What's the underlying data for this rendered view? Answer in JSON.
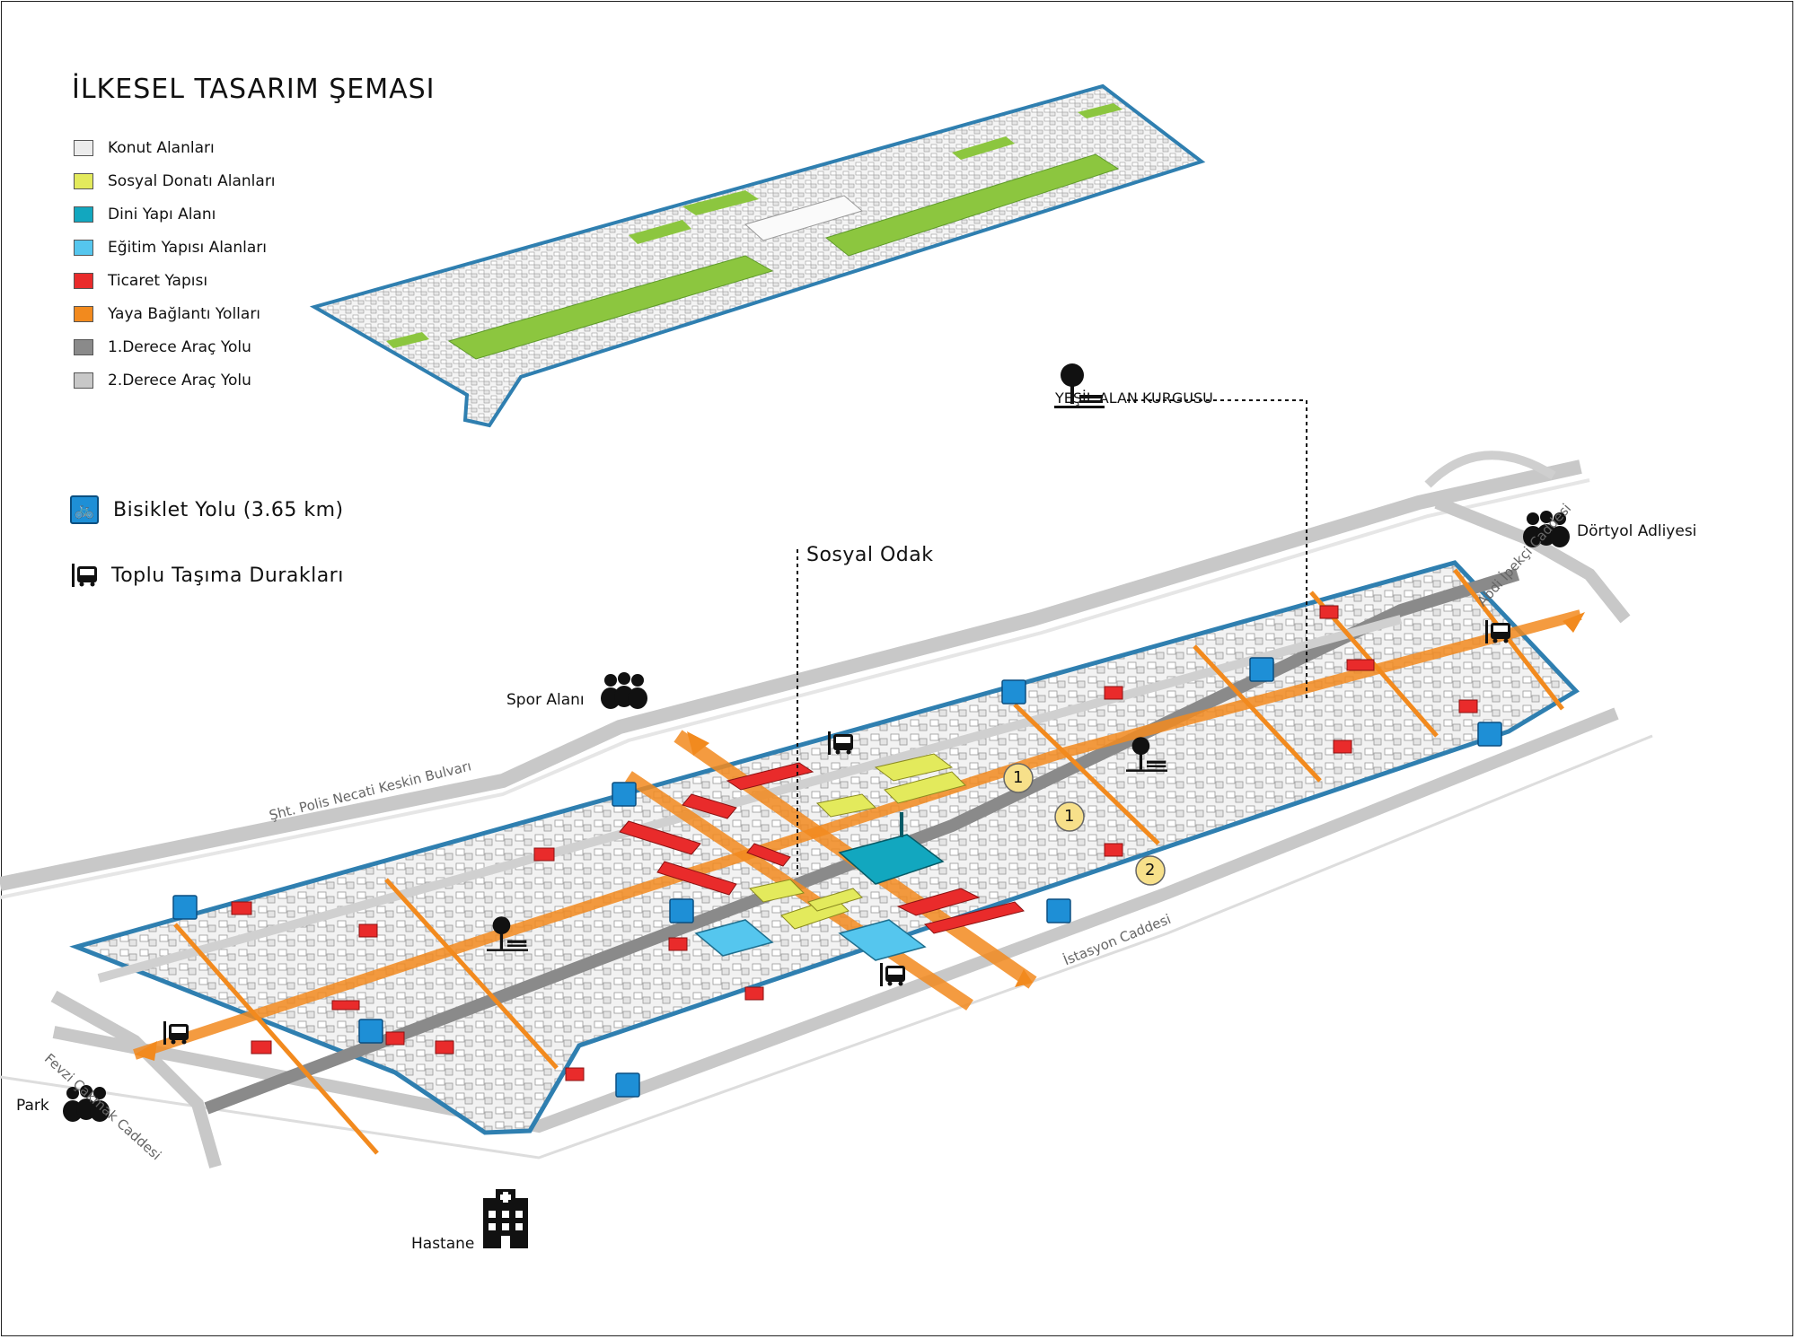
{
  "title": "İLKESEL TASARIM  ŞEMASI",
  "legend": [
    {
      "label": "Konut Alanları",
      "color": "#ececec"
    },
    {
      "label": "Sosyal Donatı Alanları",
      "color": "#e3ea5c"
    },
    {
      "label": "Dini Yapı Alanı",
      "color": "#12a7bf"
    },
    {
      "label": "Eğitim Yapısı Alanları",
      "color": "#55c6ee"
    },
    {
      "label": "Ticaret Yapısı",
      "color": "#e92b2b"
    },
    {
      "label": "Yaya Bağlantı Yolları",
      "color": "#f28a1e"
    },
    {
      "label": "1.Derece Araç Yolu",
      "color": "#8a8a8a"
    },
    {
      "label": "2.Derece Araç Yolu",
      "color": "#c8c8c8"
    }
  ],
  "bike_path": {
    "label": "Bisiklet Yolu (3.65 km)",
    "icon": "bicycle-icon",
    "color": "#1e8fd6"
  },
  "transit": {
    "label": "Toplu Taşıma Durakları",
    "icon": "bus-icon"
  },
  "callouts": {
    "green_area": "YEŞİL ALAN KURGUSU",
    "social_focus": "Sosyal Odak"
  },
  "places": {
    "spor": "Spor Alanı",
    "dortyol": "Dörtyol Adliyesi",
    "park": "Park",
    "hastane": "Hastane"
  },
  "streets": {
    "sht": "Şht. Polis Necati Keskin Bulvarı",
    "abdi": "Abdi İpekçi Caddesi",
    "istasyon": "İstasyon Caddesi",
    "fevzi": "Fevzi Çakmak Caddesi"
  },
  "markers": [
    "1",
    "1",
    "2"
  ],
  "colors": {
    "green": "#8cc63f",
    "outline": "#2f7fb0",
    "road1": "#8a8a8a",
    "road2": "#d4d4d4",
    "orange": "#f28a1e",
    "red": "#e92b2b",
    "yellow": "#e3ea5c",
    "teal": "#12a7bf",
    "lightblue": "#55c6ee",
    "marker": "#f7e08a"
  }
}
